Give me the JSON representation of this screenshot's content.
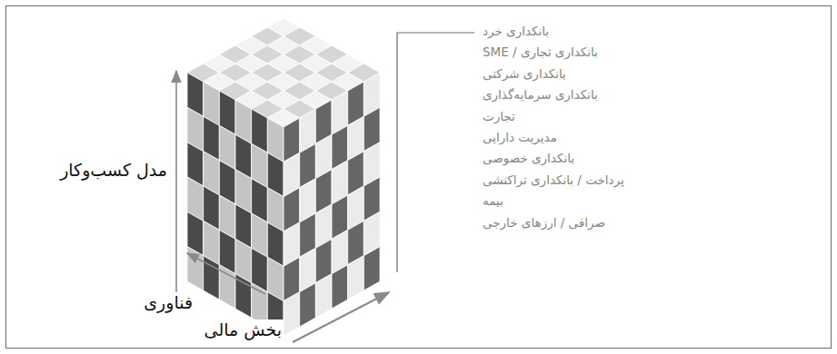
{
  "diagram": {
    "labels": [
      "مدل کسب‌وکار",
      "فناوری",
      "بخش مالی",
      "بانکداری خرد",
      "بانکداری تجاری / SME",
      "بانکداری شرکتی",
      "بانکداری سرمایه‌گذاری",
      "تجارت",
      "مدیریت دارایی",
      "بانکداری خصوصی",
      "پرداخت / بانکداری تراکنشی",
      "بیمه",
      "صرافی / ارزهای خارجی"
    ]
  }
}
